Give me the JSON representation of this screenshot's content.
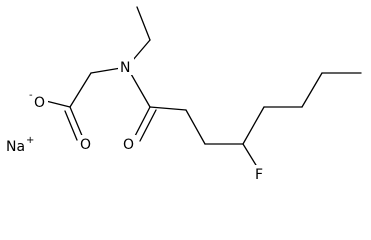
{
  "molecule": {
    "atoms": {
      "oxygen_anion": "O",
      "oxygen_anion_charge": "-",
      "oxygen_carboxyl": "O",
      "nitrogen": "N",
      "oxygen_amide": "O",
      "fluorine": "F",
      "sodium": "Na",
      "sodium_charge": "+"
    }
  }
}
